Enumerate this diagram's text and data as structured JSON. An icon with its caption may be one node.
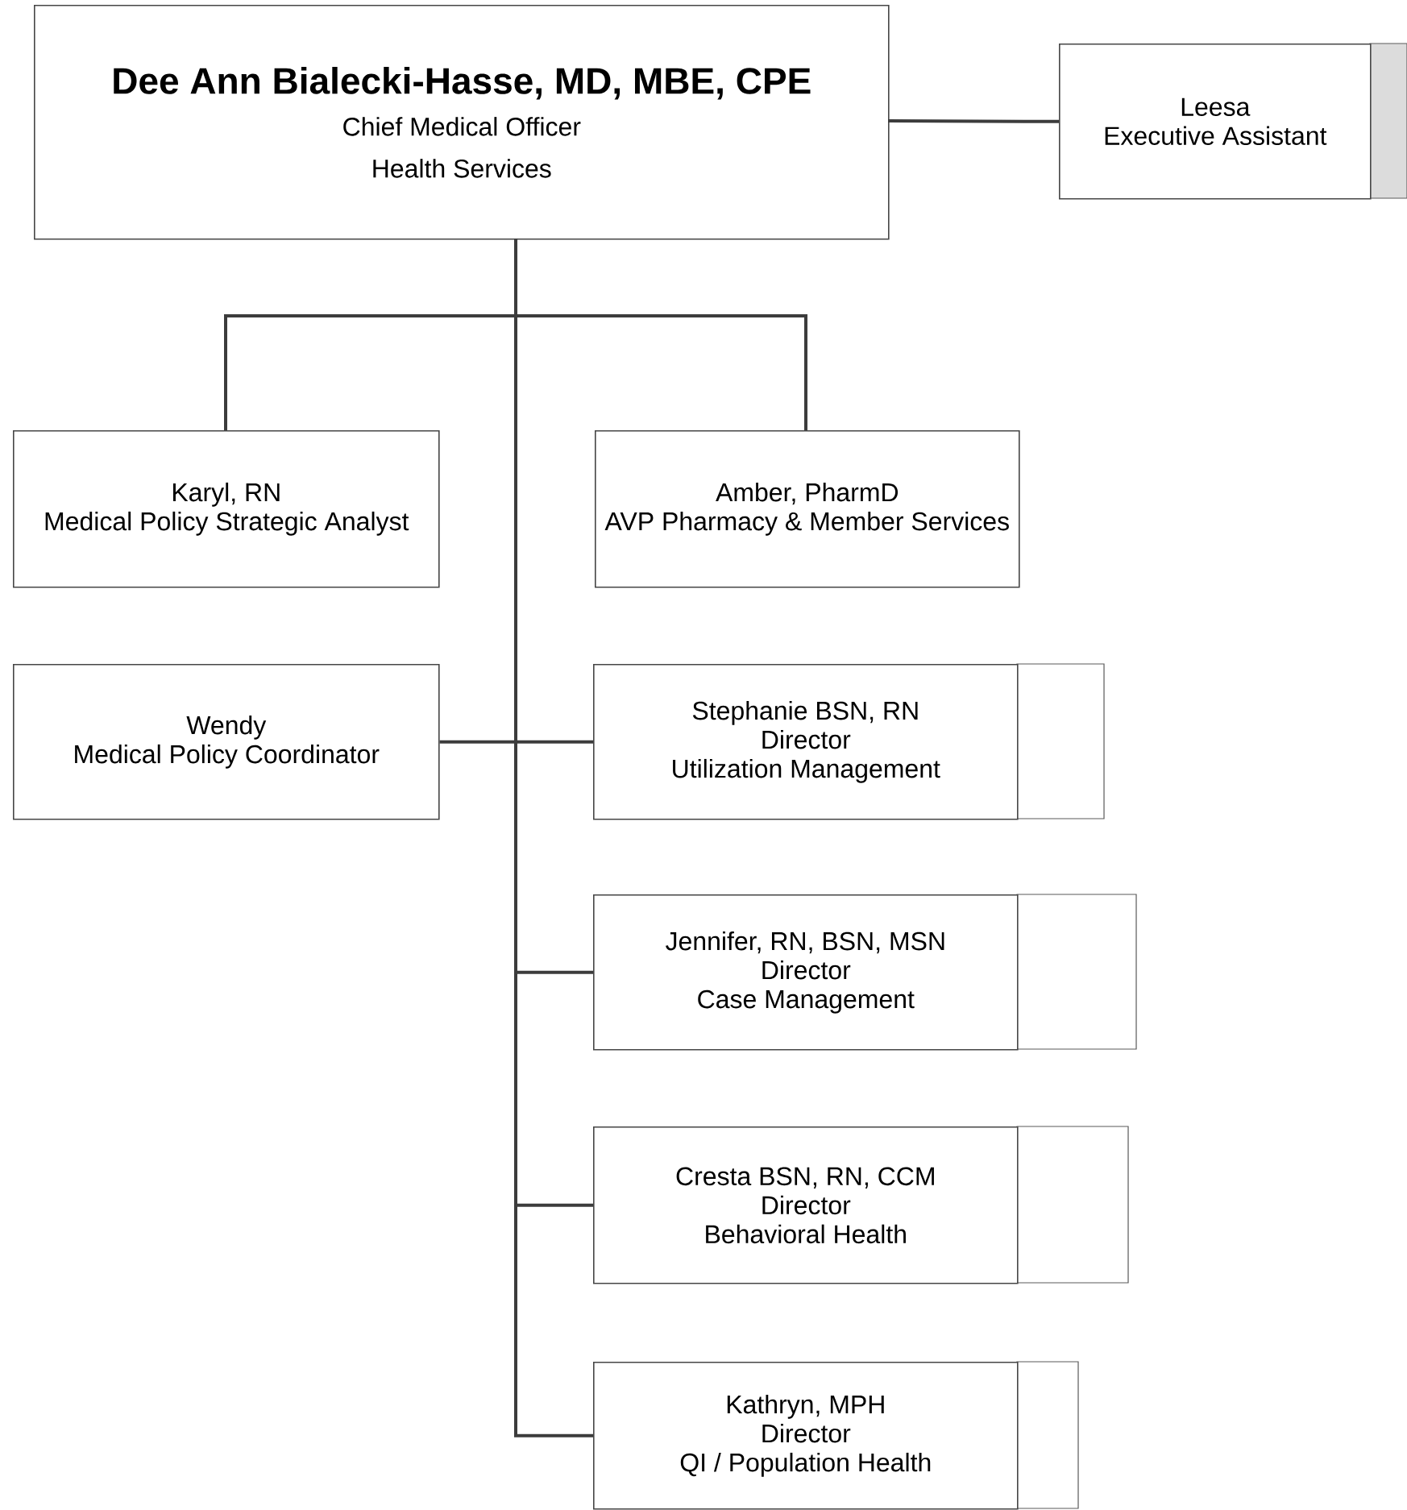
{
  "diagram": {
    "nodes": [
      {
        "text": [
          "Dee Ann Bialecki-Hasse, MD, MBE, CPE",
          "Chief Medical Officer",
          "Health Services"
        ]
      },
      {
        "text": [
          "Leesa",
          "Executive Assistant"
        ]
      },
      {
        "text": [
          "Karyl, RN",
          "Medical Policy Strategic Analyst"
        ]
      },
      {
        "text": [
          "Amber, PharmD",
          "AVP Pharmacy & Member Services"
        ]
      },
      {
        "text": [
          "Wendy",
          "Medical Policy Coordinator"
        ]
      },
      {
        "text": [
          "Stephanie  BSN, RN",
          "Director",
          "Utilization Management"
        ]
      },
      {
        "text": [
          "Jennifer, RN, BSN, MSN",
          "Director",
          "Case Management"
        ]
      },
      {
        "text": [
          "Cresta BSN, RN, CCM",
          "Director",
          "Behavioral Health"
        ]
      },
      {
        "text": [
          "Kathryn, MPH",
          "Director",
          "QI / Population Health"
        ]
      }
    ],
    "edges": [
      {
        "from": 0,
        "to": 1,
        "arrow": "none"
      },
      {
        "from": 0,
        "to": 2,
        "arrow": "none"
      },
      {
        "from": 0,
        "to": 3,
        "arrow": "none"
      },
      {
        "from": 0,
        "to": 4,
        "arrow": "none"
      },
      {
        "from": 0,
        "to": 5,
        "arrow": "none"
      },
      {
        "from": 0,
        "to": 6,
        "arrow": "none"
      },
      {
        "from": 0,
        "to": 7,
        "arrow": "none"
      },
      {
        "from": 0,
        "to": 8,
        "arrow": "none"
      }
    ]
  }
}
